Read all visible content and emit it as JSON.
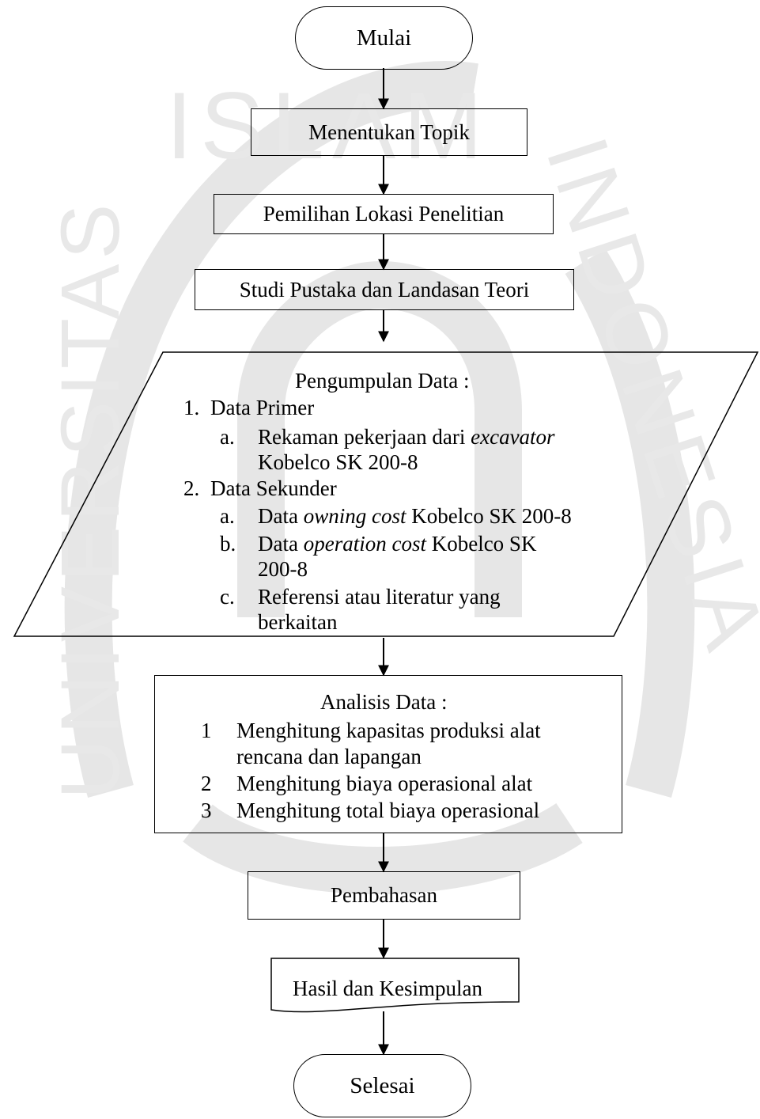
{
  "watermark": {
    "ring_top": "ISLAM",
    "ring_left": "UNIVERSITAS",
    "ring_right": "INDONESIA",
    "color": "#e6e6e6"
  },
  "flowchart": {
    "start": "Mulai",
    "step1": "Menentukan Topik",
    "step2": "Pemilihan Lokasi Penelitian",
    "step3": "Studi Pustaka dan Landasan Teori",
    "data_collection": {
      "title": "Pengumpulan Data :",
      "primary": {
        "num": "1.",
        "label": "Data Primer",
        "items": [
          {
            "letter": "a.",
            "lines": [
              [
                "Rekaman pekerjaan dari ",
                "excavator"
              ],
              [
                "Kobelco SK 200-8"
              ]
            ]
          }
        ]
      },
      "secondary": {
        "num": "2.",
        "label": "Data Sekunder",
        "items": [
          {
            "letter": "a.",
            "pre": "Data ",
            "em": "owning cost",
            "post": " Kobelco SK 200-8"
          },
          {
            "letter": "b.",
            "pre": "Data ",
            "em": "operation cost",
            "post": " Kobelco SK",
            "line2": "200-8"
          },
          {
            "letter": "c.",
            "line1": "Referensi atau literatur yang",
            "line2": "berkaitan"
          }
        ]
      }
    },
    "analysis": {
      "title": "Analisis Data :",
      "items": [
        {
          "num": "1",
          "line1": "Menghitung kapasitas produksi alat",
          "line2": "rencana dan lapangan"
        },
        {
          "num": "2",
          "line1": "Menghitung biaya operasional alat"
        },
        {
          "num": "3",
          "line1": "Menghitung total biaya operasional"
        }
      ]
    },
    "step_discussion": "Pembahasan",
    "result": "Hasil dan Kesimpulan",
    "end": "Selesai"
  }
}
